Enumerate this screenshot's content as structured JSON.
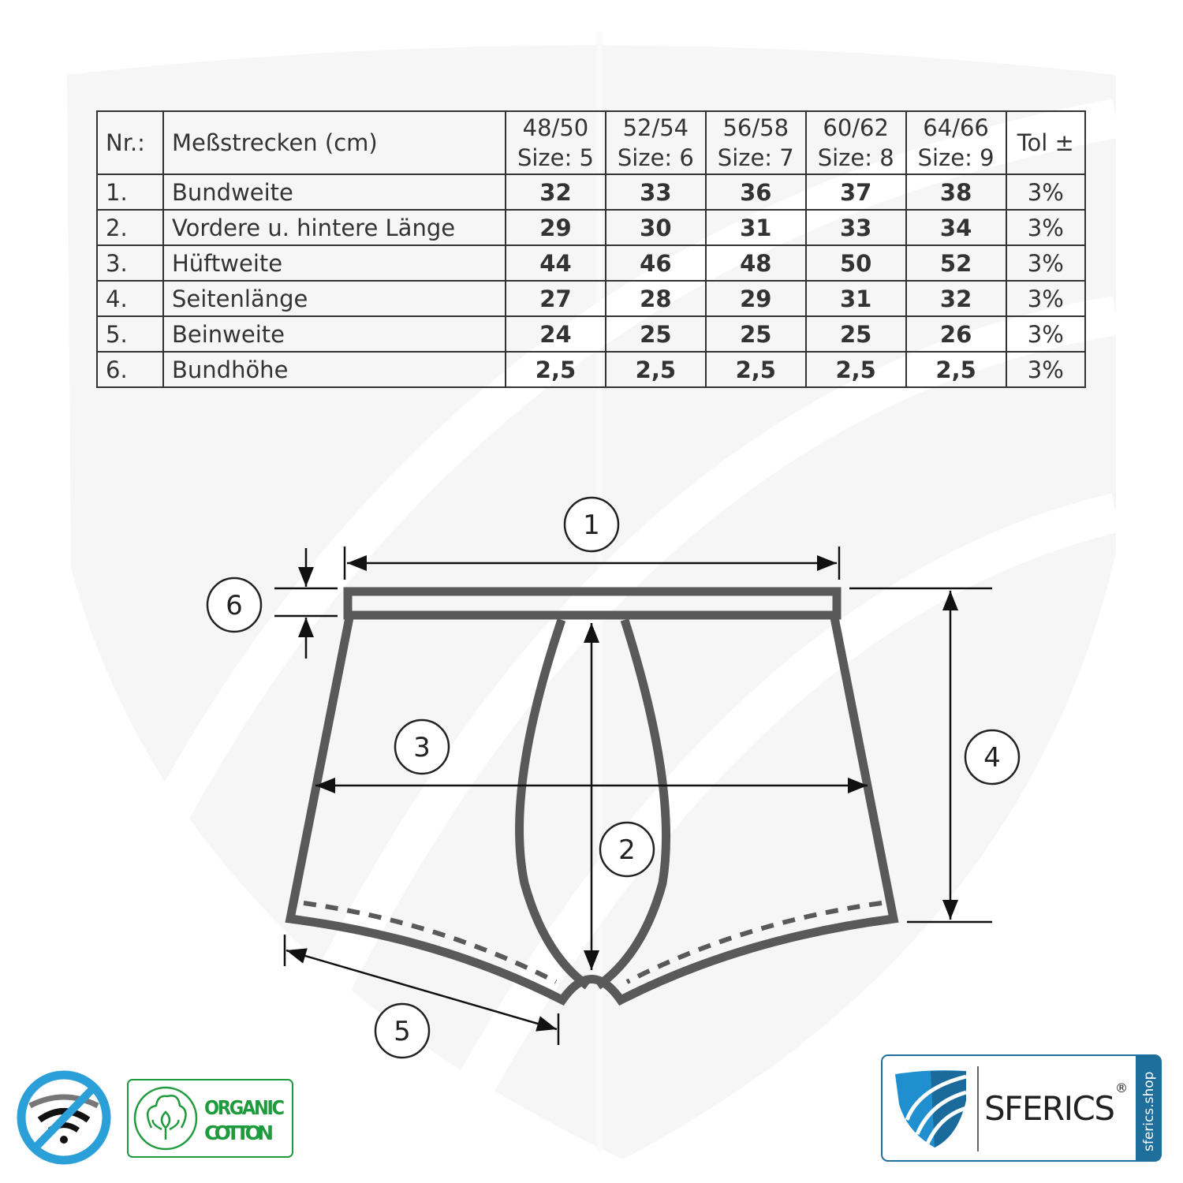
{
  "table": {
    "headers": {
      "nr": "Nr.:",
      "measure": "Meßstrecken (cm)",
      "tol": "Tol ±"
    },
    "sizes": [
      {
        "range": "48/50",
        "size": "Size: 5"
      },
      {
        "range": "52/54",
        "size": "Size: 6"
      },
      {
        "range": "56/58",
        "size": "Size: 7"
      },
      {
        "range": "60/62",
        "size": "Size: 8"
      },
      {
        "range": "64/66",
        "size": "Size: 9"
      }
    ],
    "rows": [
      {
        "nr": "1.",
        "name": "Bundweite",
        "values": [
          "32",
          "33",
          "36",
          "37",
          "38"
        ],
        "tol": "3%"
      },
      {
        "nr": "2.",
        "name": "Vordere u. hintere Länge",
        "values": [
          "29",
          "30",
          "31",
          "33",
          "34"
        ],
        "tol": "3%"
      },
      {
        "nr": "3.",
        "name": "Hüftweite",
        "values": [
          "44",
          "46",
          "48",
          "50",
          "52"
        ],
        "tol": "3%"
      },
      {
        "nr": "4.",
        "name": "Seitenlänge",
        "values": [
          "27",
          "28",
          "29",
          "31",
          "32"
        ],
        "tol": "3%"
      },
      {
        "nr": "5.",
        "name": "Beinweite",
        "values": [
          "24",
          "25",
          "25",
          "25",
          "26"
        ],
        "tol": "3%"
      },
      {
        "nr": "6.",
        "name": "Bundhöhe",
        "values": [
          "2,5",
          "2,5",
          "2,5",
          "2,5",
          "2,5"
        ],
        "tol": "3%"
      }
    ]
  },
  "diagram": {
    "labels": [
      "1",
      "2",
      "3",
      "4",
      "5",
      "6"
    ]
  },
  "badges": {
    "no_wifi": "no-wifi-icon",
    "organic_line1": "ORGANIC",
    "organic_line2": "COTTON",
    "brand": "SFERICS",
    "brand_mark": "®",
    "brand_url": "sferics.shop"
  },
  "colors": {
    "outline": "#595959",
    "blue": "#2a9fd8",
    "green": "#1f9a3c",
    "brand_blue": "#1f6f9c"
  }
}
